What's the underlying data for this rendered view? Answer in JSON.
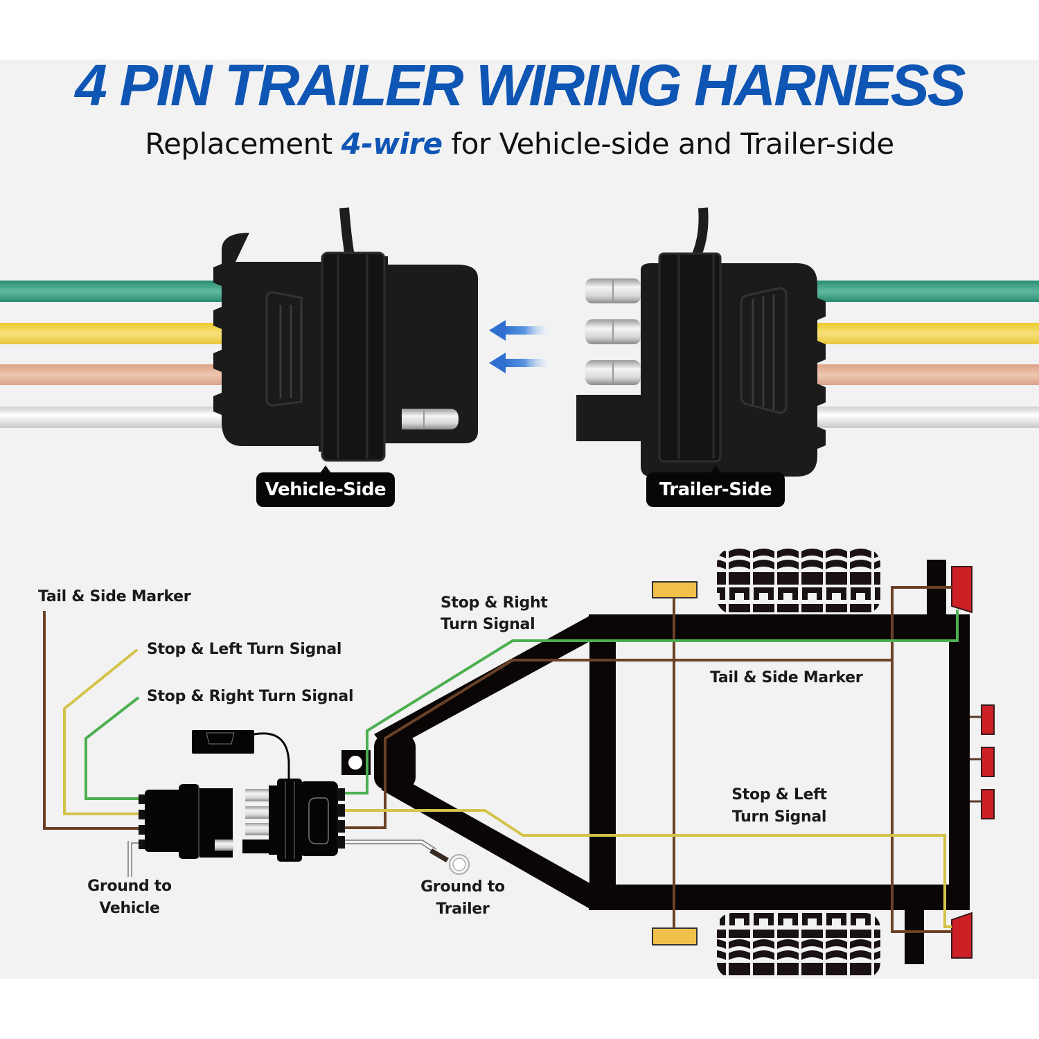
{
  "header": {
    "title": "4 PIN TRAILER WIRING HARNESS",
    "subtitle_before": "Replacement ",
    "subtitle_accent": "4-wire",
    "subtitle_after": " for Vehicle-side and Trailer-side"
  },
  "photo": {
    "vehicle_side_label": "Vehicle-Side",
    "trailer_side_label": "Trailer-Side",
    "wire_colors": {
      "green": "#2e9a7e",
      "yellow": "#f0d24a",
      "brown": "#e0ad90",
      "white": "#ffffff"
    },
    "connection_arrows": [
      "arrow-left",
      "arrow-left"
    ]
  },
  "diagram": {
    "labels": {
      "tail_side_marker_left": "Tail & Side Marker",
      "stop_left_turn_left": "Stop & Left Turn Signal",
      "stop_right_turn_left": "Stop & Right Turn Signal",
      "stop_right_turn_top_line1": "Stop & Right",
      "stop_right_turn_top_line2": "Turn Signal",
      "tail_side_marker_center": "Tail & Side Marker",
      "stop_left_turn_center_line1": "Stop & Left",
      "stop_left_turn_center_line2": "Turn Signal",
      "ground_vehicle_line1": "Ground to",
      "ground_vehicle_line2": "Vehicle",
      "ground_trailer_line1": "Ground to",
      "ground_trailer_line2": "Trailer"
    },
    "wire_colors": {
      "brown": "#6b4226",
      "yellow": "#d4c24a",
      "green": "#4caf50",
      "white": "#ffffff"
    },
    "light_colors": {
      "tail_light": "#cc1f26",
      "marker_amber": "#f0c04a"
    }
  }
}
